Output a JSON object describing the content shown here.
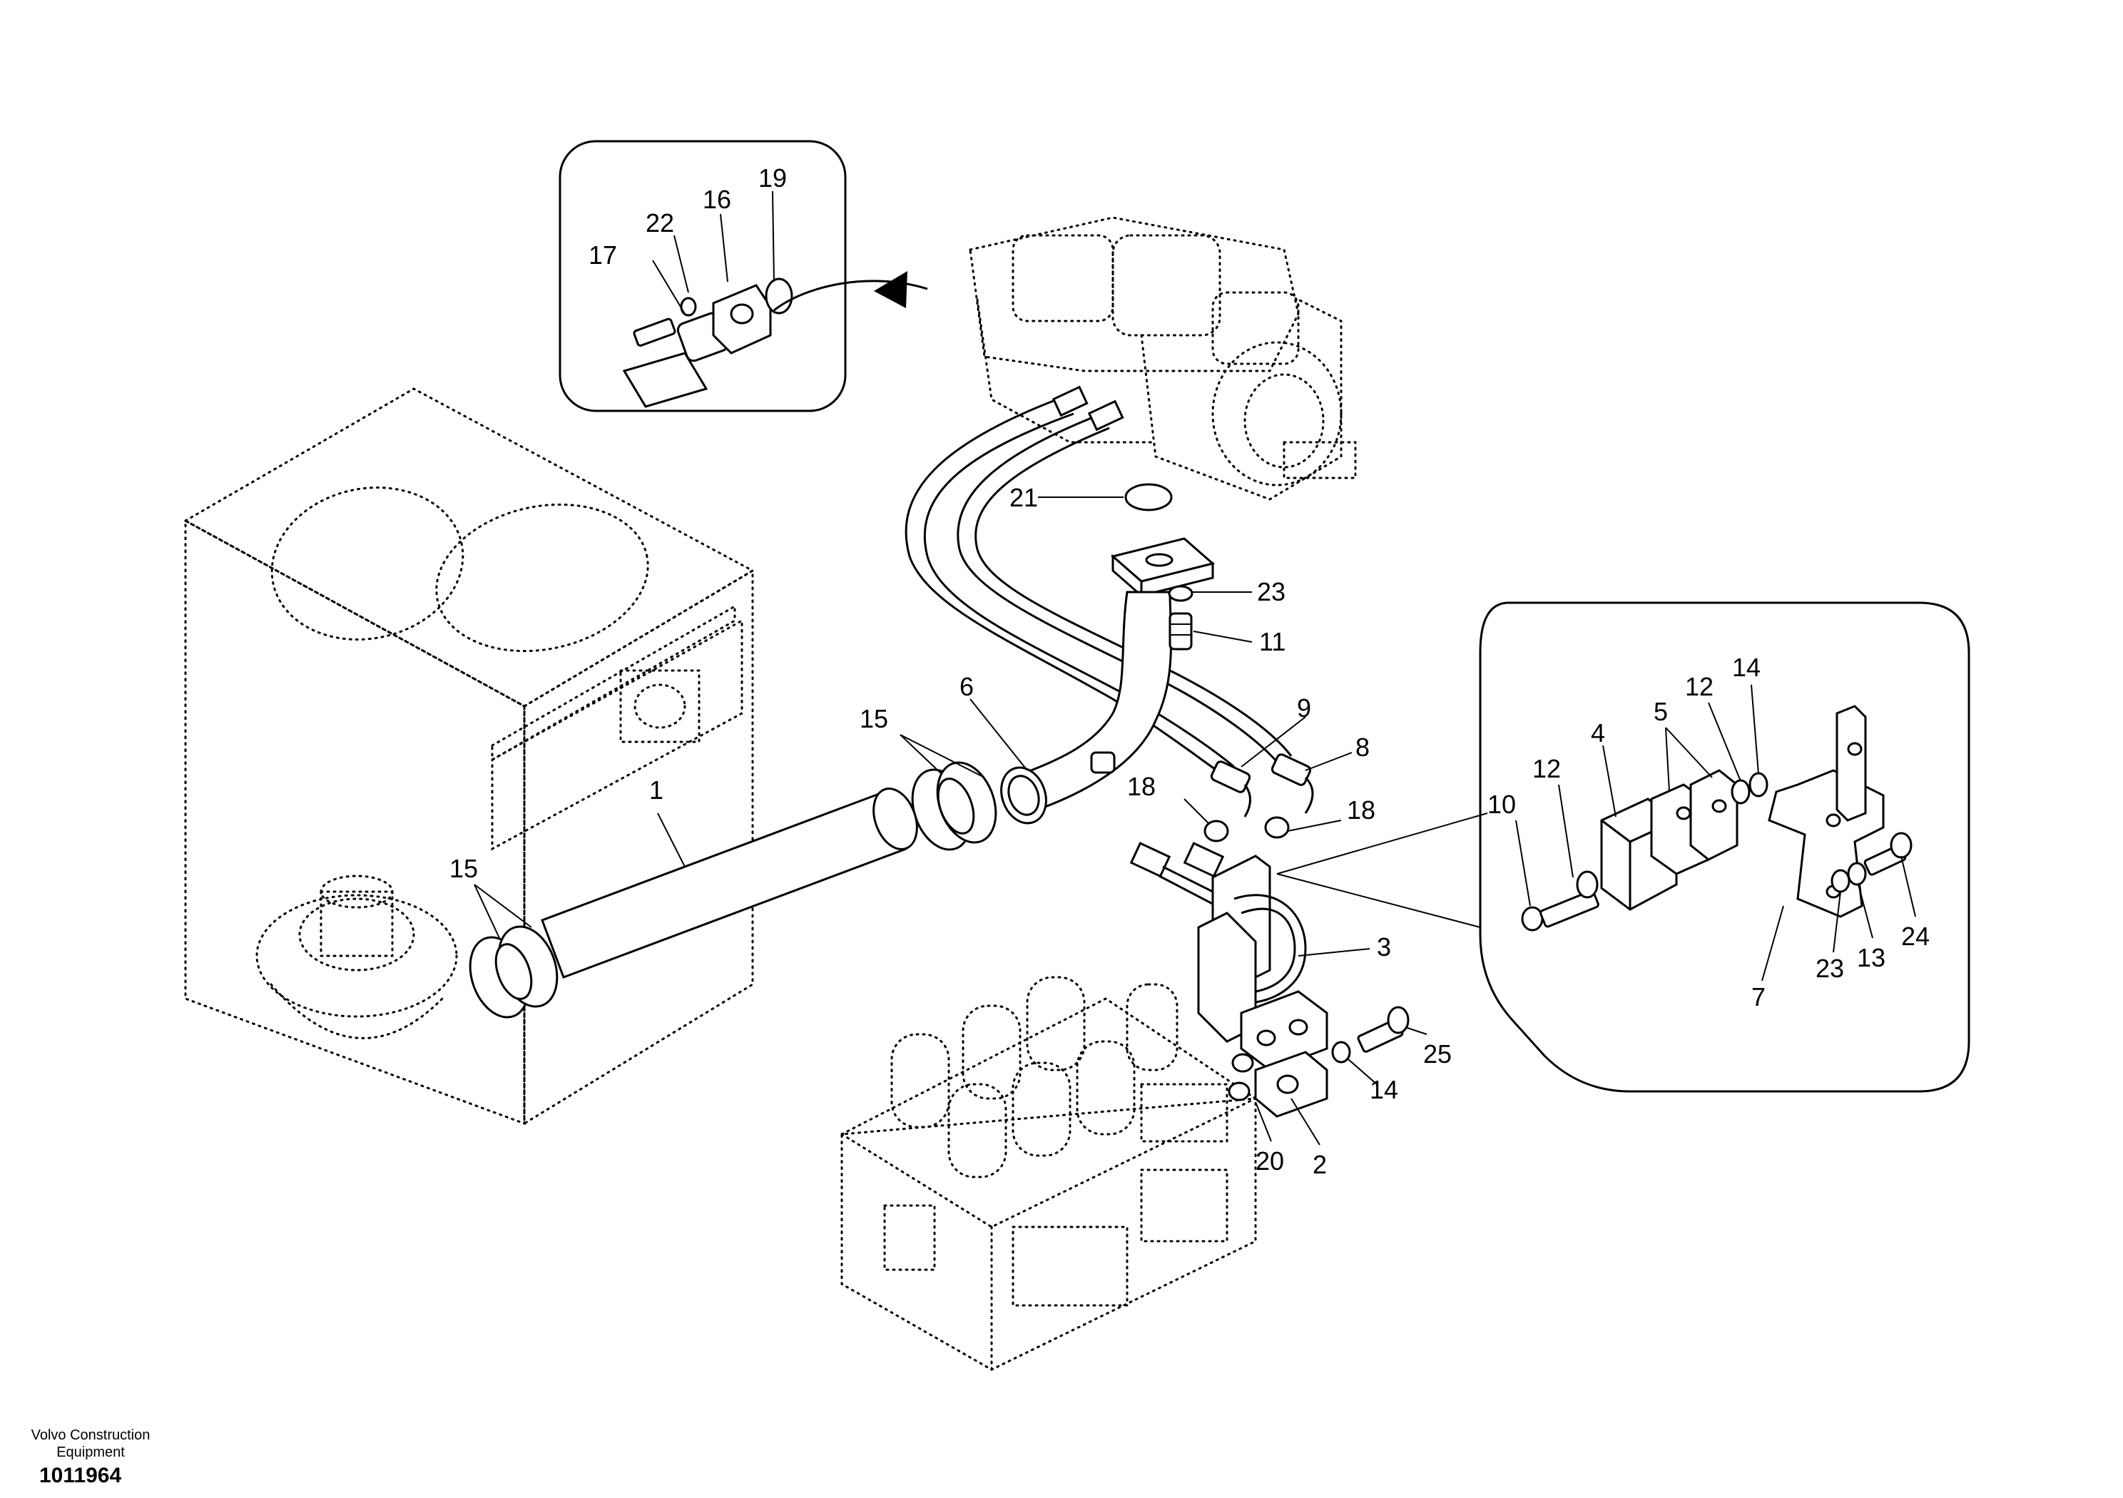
{
  "footer": {
    "company_line1": "Volvo Construction",
    "company_line2": "Equipment",
    "drawing_number": "1011964"
  },
  "callouts": [
    {
      "id": "c1",
      "text": "1"
    },
    {
      "id": "c2",
      "text": "2"
    },
    {
      "id": "c3",
      "text": "3"
    },
    {
      "id": "c4",
      "text": "4"
    },
    {
      "id": "c5",
      "text": "5"
    },
    {
      "id": "c6",
      "text": "6"
    },
    {
      "id": "c7",
      "text": "7"
    },
    {
      "id": "c8",
      "text": "8"
    },
    {
      "id": "c9",
      "text": "9"
    },
    {
      "id": "c10",
      "text": "10"
    },
    {
      "id": "c11",
      "text": "11"
    },
    {
      "id": "c12a",
      "text": "12"
    },
    {
      "id": "c12b",
      "text": "12"
    },
    {
      "id": "c13",
      "text": "13"
    },
    {
      "id": "c14a",
      "text": "14"
    },
    {
      "id": "c14b",
      "text": "14"
    },
    {
      "id": "c15a",
      "text": "15"
    },
    {
      "id": "c15b",
      "text": "15"
    },
    {
      "id": "c16",
      "text": "16"
    },
    {
      "id": "c17",
      "text": "17"
    },
    {
      "id": "c18a",
      "text": "18"
    },
    {
      "id": "c18b",
      "text": "18"
    },
    {
      "id": "c19",
      "text": "19"
    },
    {
      "id": "c20",
      "text": "20"
    },
    {
      "id": "c21",
      "text": "21"
    },
    {
      "id": "c22",
      "text": "22"
    },
    {
      "id": "c23a",
      "text": "23"
    },
    {
      "id": "c23b",
      "text": "23"
    },
    {
      "id": "c24",
      "text": "24"
    },
    {
      "id": "c25",
      "text": "25"
    }
  ]
}
